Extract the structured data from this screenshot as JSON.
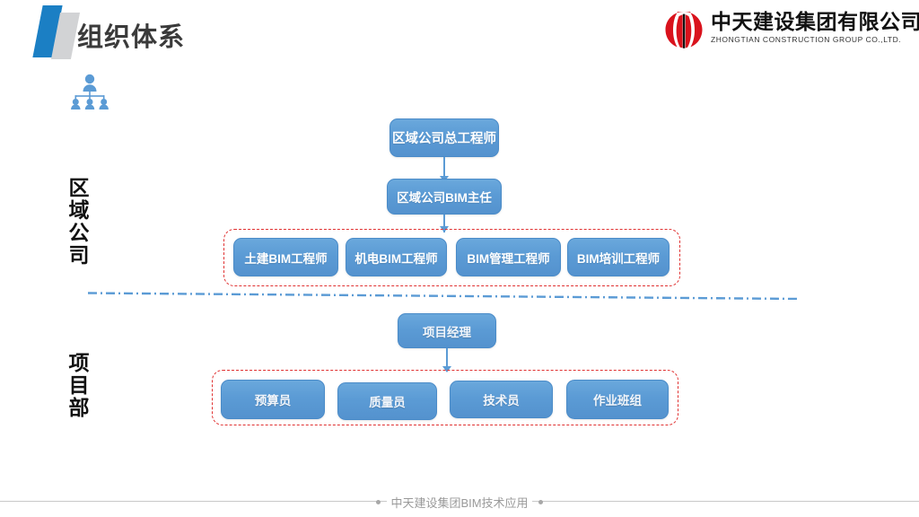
{
  "header": {
    "title": "组织体系",
    "logo_mark_blue": "#1B7FC4",
    "logo_mark_gray": "#D2D3D5"
  },
  "corp_logo": {
    "name_cn": "中天建设集团有限公司",
    "name_en": "ZHONGTIAN CONSTRUCTION GROUP CO.,LTD.",
    "emblem_color": "#D9121C"
  },
  "sections": [
    {
      "label": "区域公司"
    },
    {
      "label": "项目部"
    }
  ],
  "chart_data": {
    "type": "diagram",
    "title": "组织体系",
    "node_fill": "#5B9BD5",
    "node_border": "#4A8BC8",
    "group_border": "#E03131",
    "connector_color": "#5B9BD5",
    "divider_color": "#5B9BD5",
    "groups": [
      {
        "name": "区域公司",
        "levels": [
          {
            "nodes": [
              "区域公司总工程师"
            ]
          },
          {
            "nodes": [
              "区域公司BIM主任"
            ]
          },
          {
            "nodes": [
              "土建BIM工程师",
              "机电BIM工程师",
              "BIM管理工程师",
              "BIM培训工程师"
            ],
            "boxed": true
          }
        ]
      },
      {
        "name": "项目部",
        "levels": [
          {
            "nodes": [
              "项目经理"
            ]
          },
          {
            "nodes": [
              "预算员",
              "质量员",
              "技术员",
              "作业班组"
            ],
            "boxed": true
          }
        ]
      }
    ]
  },
  "nodes": {
    "region_chief_engineer": "区域公司总工程师",
    "region_bim_director": "区域公司BIM主任",
    "civil_bim_engineer": "土建BIM工程师",
    "mep_bim_engineer": "机电BIM工程师",
    "bim_manage_engineer": "BIM管理工程师",
    "bim_training_engineer": "BIM培训工程师",
    "project_manager": "项目经理",
    "budget_officer": "预算员",
    "quality_officer": "质量员",
    "technical_officer": "技术员",
    "work_team": "作业班组"
  },
  "footer": {
    "text": "中天建设集团BIM技术应用"
  }
}
